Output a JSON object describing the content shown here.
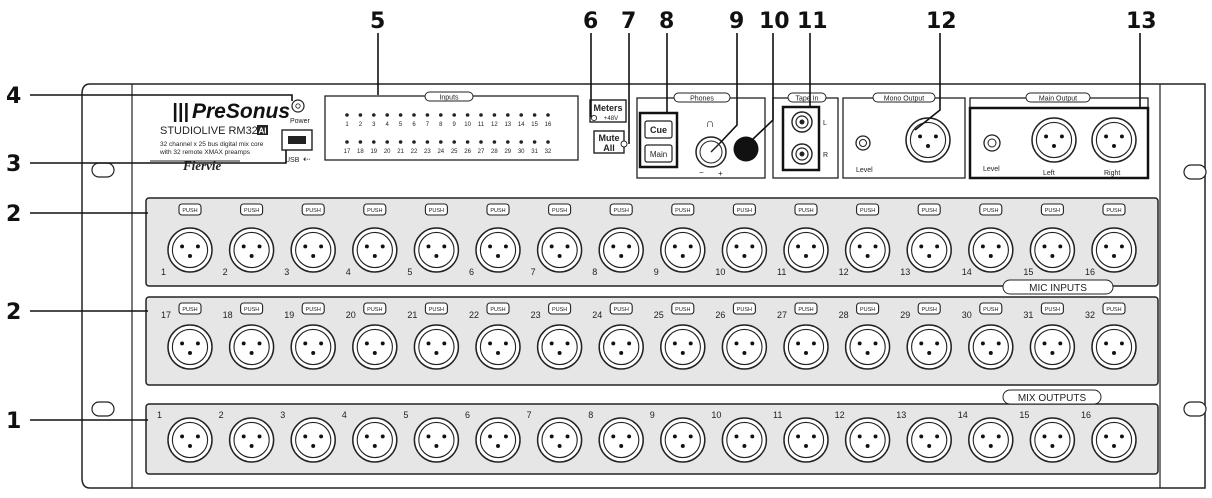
{
  "brand": {
    "logo": "PreSonus",
    "model": "STUDIOLIVE  RM32",
    "model_badge": "AI",
    "description_line1": "32 channel x 25 bus digital mix core",
    "description_line2": "with 32 remote XMAX preamps",
    "sub_logo": "Fiervie"
  },
  "labels": {
    "power": "Power",
    "usb": "USB",
    "inputs": "Inputs",
    "meters": "Meters",
    "plus48v": "+48V",
    "mute": "Mute",
    "all": "All",
    "phones": "Phones",
    "cue": "Cue",
    "main": "Main",
    "tape_in": "Tape In",
    "tape_l": "L",
    "tape_r": "R",
    "mono_output": "Mono Output",
    "main_output": "Main Output",
    "level": "Level",
    "left": "Left",
    "right": "Right",
    "push": "PUSH",
    "mic_inputs": "MIC INPUTS",
    "mix_outputs": "MIX OUTPUTS"
  },
  "input_leds_top": [
    "1",
    "2",
    "3",
    "4",
    "5",
    "6",
    "7",
    "8",
    "9",
    "10",
    "11",
    "12",
    "13",
    "14",
    "15",
    "16"
  ],
  "input_leds_bottom": [
    "17",
    "18",
    "19",
    "20",
    "21",
    "22",
    "23",
    "24",
    "25",
    "26",
    "27",
    "28",
    "29",
    "30",
    "31",
    "32"
  ],
  "mic_row1": [
    "1",
    "2",
    "3",
    "4",
    "5",
    "6",
    "7",
    "8",
    "9",
    "10",
    "11",
    "12",
    "13",
    "14",
    "15",
    "16"
  ],
  "mic_row2": [
    "17",
    "18",
    "19",
    "20",
    "21",
    "22",
    "23",
    "24",
    "25",
    "26",
    "27",
    "28",
    "29",
    "30",
    "31",
    "32"
  ],
  "mix_outputs": [
    "1",
    "2",
    "3",
    "4",
    "5",
    "6",
    "7",
    "8",
    "9",
    "10",
    "11",
    "12",
    "13",
    "14",
    "15",
    "16"
  ],
  "callouts": {
    "c1": "1",
    "c2a": "2",
    "c2b": "2",
    "c3": "3",
    "c4": "4",
    "c5": "5",
    "c6": "6",
    "c7": "7",
    "c8": "8",
    "c9": "9",
    "c10": "10",
    "c11": "11",
    "c12": "12",
    "c13": "13"
  }
}
